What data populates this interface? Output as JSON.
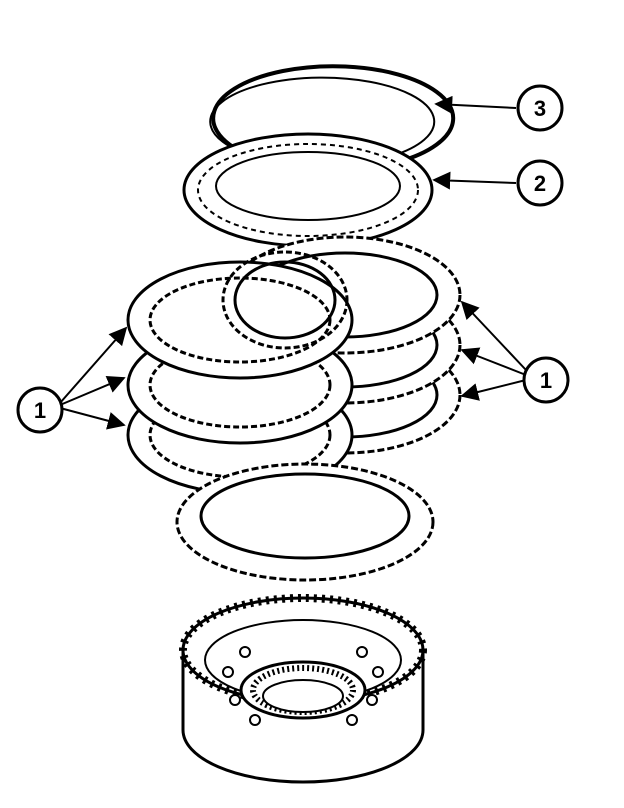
{
  "colors": {
    "ink": "#000000",
    "paper": "#ffffff"
  },
  "callouts": {
    "snap_ring": "3",
    "pressure_plate": "2",
    "clutch_plates_left": "1",
    "clutch_plates_right": "1"
  }
}
